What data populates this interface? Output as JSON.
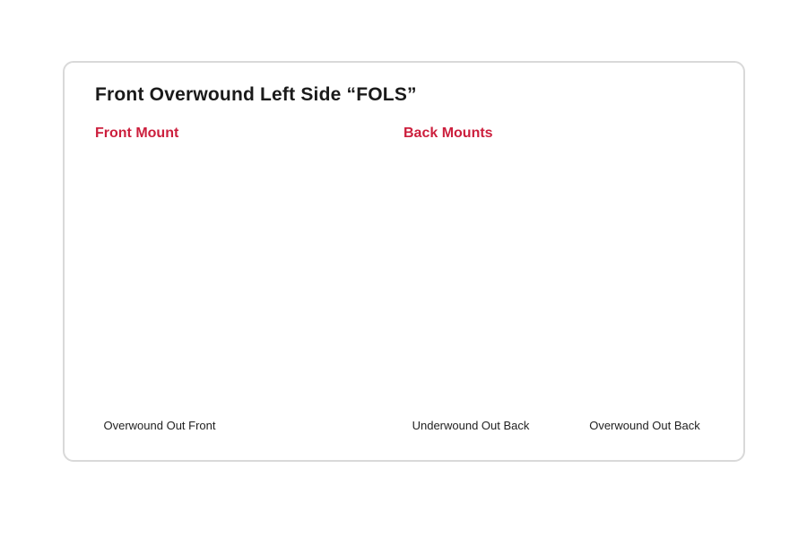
{
  "title": "Front Overwound Left Side “FOLS”",
  "sections": {
    "front": "Front Mount",
    "back": "Back Mounts"
  },
  "captions": [
    "Overwound Out Front",
    "Underwound Out Back",
    "Overwound Out Back"
  ],
  "colors": {
    "accent_red": "#cc1f3d",
    "mount_blue": "#2a62c9",
    "line": "#3a3a3a",
    "border": "#d9d9d9"
  },
  "icons": [
    "roller-mount-icon",
    "callout-marker-icon",
    "magnified-roller-icon"
  ]
}
